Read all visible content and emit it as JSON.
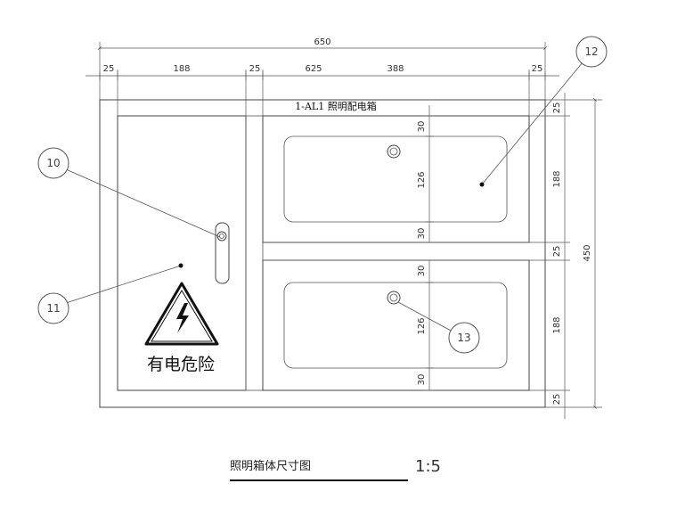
{
  "dimensions": {
    "top_total": "650",
    "top_segments": [
      "25",
      "188",
      "25",
      "625",
      "388",
      "25"
    ],
    "right_vertical": [
      "25",
      "188",
      "25",
      "188",
      "25"
    ],
    "right_total": "450",
    "panel_dims_top": [
      "30",
      "126",
      "30"
    ],
    "panel_dims_bottom": [
      "30",
      "126",
      "30"
    ]
  },
  "box_title": "1-AL1 照明配电箱",
  "warning_text": "有电危险",
  "warning_icon": "high-voltage-icon",
  "callouts": [
    "10",
    "11",
    "12",
    "13"
  ],
  "caption": "照明箱体尺寸图",
  "scale": "1:5"
}
